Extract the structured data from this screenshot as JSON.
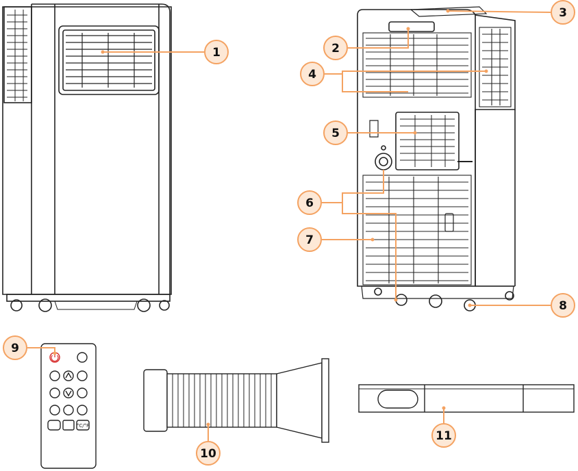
{
  "accent_color": "#f4a261",
  "callout_fill": "#fde8d6",
  "callouts": [
    {
      "number": "1",
      "part": "front-panel-vent"
    },
    {
      "number": "2",
      "part": "top-handle"
    },
    {
      "number": "3",
      "part": "top-cover"
    },
    {
      "number": "4",
      "part": "air-filter-grilles"
    },
    {
      "number": "5",
      "part": "exhaust-outlet"
    },
    {
      "number": "6",
      "part": "drain-ports"
    },
    {
      "number": "7",
      "part": "lower-rear-grille"
    },
    {
      "number": "8",
      "part": "caster-wheel"
    },
    {
      "number": "9",
      "part": "remote-control"
    },
    {
      "number": "10",
      "part": "exhaust-hose"
    },
    {
      "number": "11",
      "part": "window-slider"
    }
  ],
  "remote": {
    "unit_label": "°C/°F"
  }
}
